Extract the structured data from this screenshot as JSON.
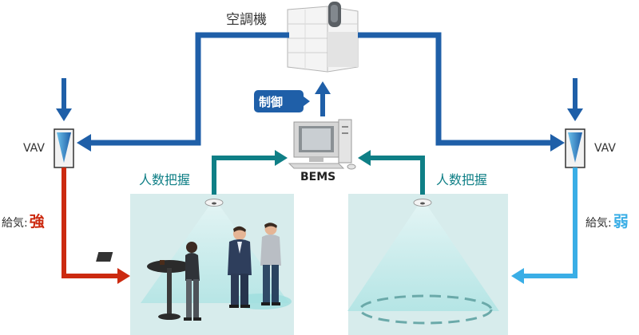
{
  "labels": {
    "ac_unit": "空調機",
    "control": "制御",
    "bems": "BEMS",
    "occupancy_left": "人数把握",
    "occupancy_right": "人数把握",
    "vav_left": "VAV",
    "vav_right": "VAV",
    "supply_air_left": "給気:",
    "supply_air_left_level": "強",
    "supply_air_right": "給気:",
    "supply_air_right_level": "弱"
  },
  "colors": {
    "duct_blue": "#1f5fa8",
    "sensing_teal": "#0f7f86",
    "strong_red": "#cc2a10",
    "weak_lightblue": "#3aaee6",
    "room_bg": "#d7ecec",
    "cone": "#bfeaea",
    "control_badge": "#1f5fa8"
  },
  "icons": {
    "vav_left": "vav-damper-icon",
    "vav_right": "vav-damper-icon",
    "ac": "air-conditioner-icon",
    "pc": "computer-icon",
    "sensor_left": "ceiling-sensor-icon",
    "sensor_right": "ceiling-sensor-icon"
  }
}
